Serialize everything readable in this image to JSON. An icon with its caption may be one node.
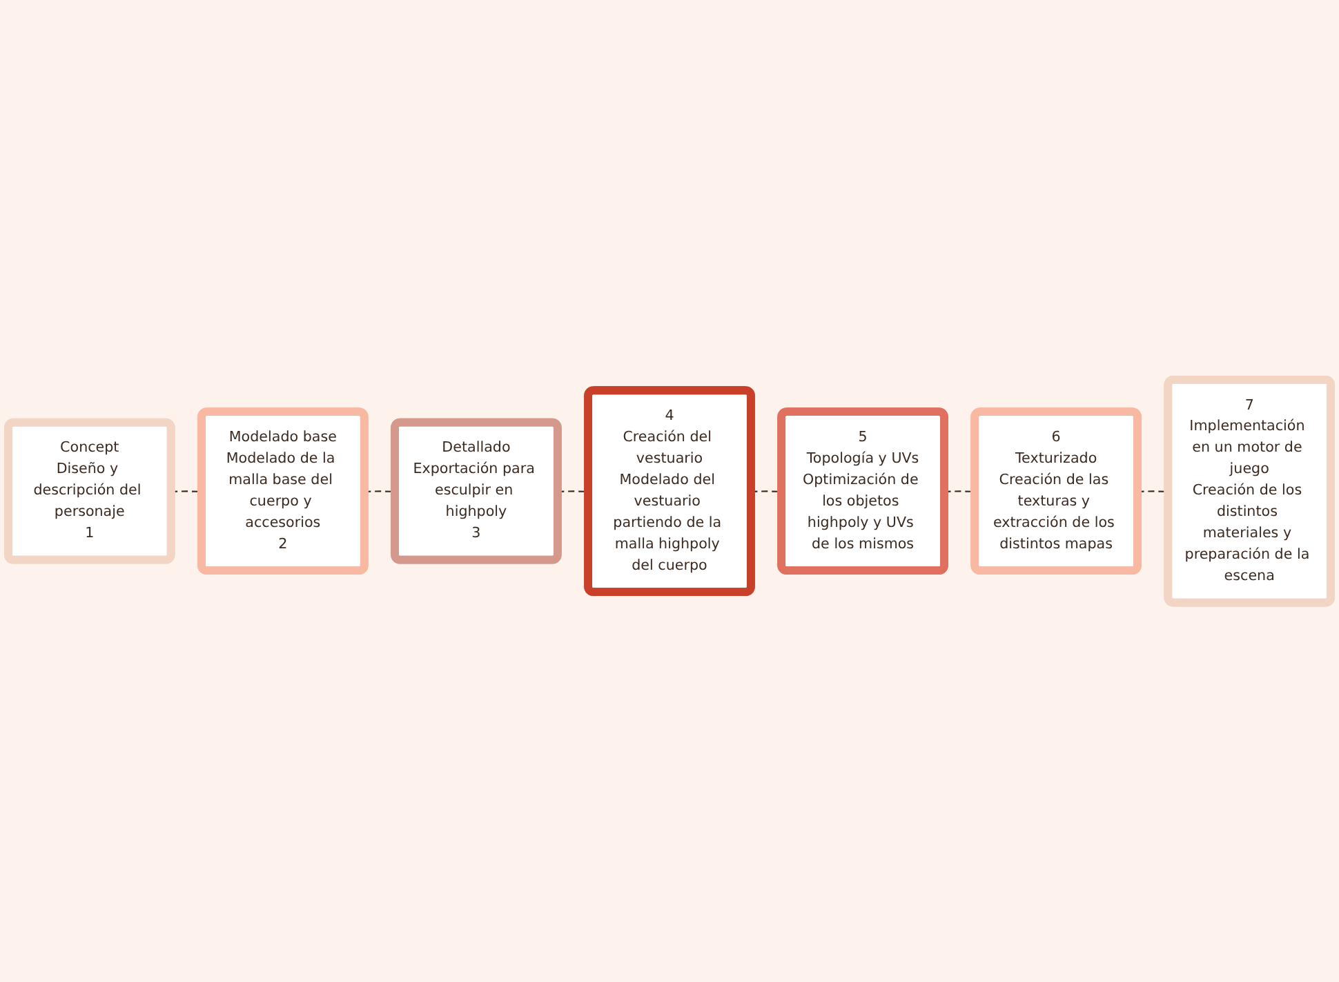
{
  "diagram": {
    "nodes": [
      {
        "text": [
          "Concept",
          "Diseño y descripción del personaje",
          "1"
        ]
      },
      {
        "text": [
          "Modelado base",
          "Modelado de la malla base del cuerpo y accesorios",
          "2"
        ]
      },
      {
        "text": [
          "Detallado",
          "Exportación para esculpir en highpoly",
          "3"
        ]
      },
      {
        "text": [
          "4",
          "Creación del vestuario",
          "Modelado del vestuario partiendo de la malla highpoly del cuerpo"
        ]
      },
      {
        "text": [
          "5",
          "Topología y UVs",
          "Optimización de los objetos highpoly y UVs de los mismos"
        ]
      },
      {
        "text": [
          "6",
          "Texturizado",
          "Creación de las texturas y extracción de los distintos mapas"
        ]
      },
      {
        "text": [
          "7",
          "Implementación en un motor de juego",
          "Creación de los distintos materiales y preparación de la escena"
        ]
      }
    ],
    "edges": [
      {
        "from": 0,
        "to": 1,
        "arrow": "none",
        "style": "dashed"
      },
      {
        "from": 1,
        "to": 2,
        "arrow": "none",
        "style": "dashed"
      },
      {
        "from": 2,
        "to": 3,
        "arrow": "none",
        "style": "dashed"
      },
      {
        "from": 3,
        "to": 4,
        "arrow": "none",
        "style": "dashed"
      },
      {
        "from": 4,
        "to": 5,
        "arrow": "none",
        "style": "dashed"
      },
      {
        "from": 5,
        "to": 6,
        "arrow": "none",
        "style": "dashed"
      }
    ]
  }
}
